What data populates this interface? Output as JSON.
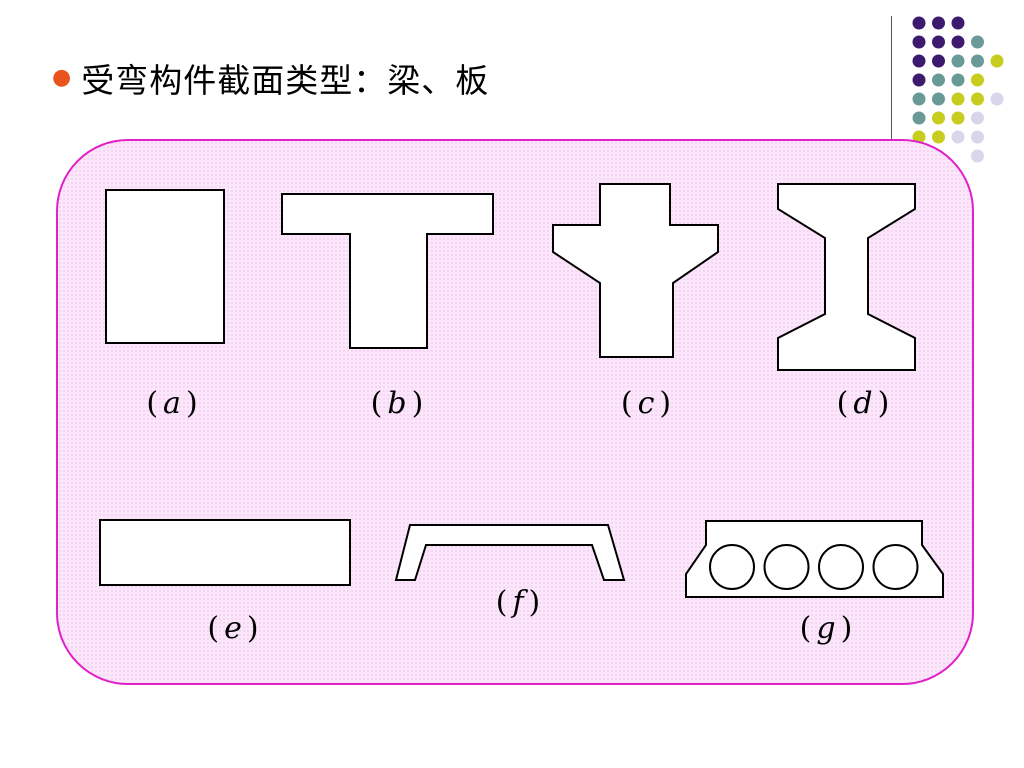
{
  "slide": {
    "title": "受弯构件截面类型：梁、板",
    "accent_colors": {
      "bullet": "#e8541c",
      "panel_border": "#e020c8",
      "panel_fill": "#fbe6fb",
      "dot_purple": "#3d1a6e",
      "dot_teal": "#6a9a98",
      "dot_yellow": "#c8cc1e",
      "dot_lavender": "#d8d6ea"
    }
  },
  "diagram": {
    "figures": [
      {
        "id": "a",
        "shape": "rectangular-section",
        "label": "a"
      },
      {
        "id": "b",
        "shape": "t-section",
        "label": "b"
      },
      {
        "id": "c",
        "shape": "cross-section-with-haunches",
        "label": "c"
      },
      {
        "id": "d",
        "shape": "i-section",
        "label": "d"
      },
      {
        "id": "e",
        "shape": "solid-slab-section",
        "label": "e"
      },
      {
        "id": "f",
        "shape": "channel-slab-section",
        "label": "f"
      },
      {
        "id": "g",
        "shape": "hollow-core-slab-section",
        "label": "g",
        "hole_count": 4
      }
    ],
    "paren_open": "(",
    "paren_close": ")"
  }
}
